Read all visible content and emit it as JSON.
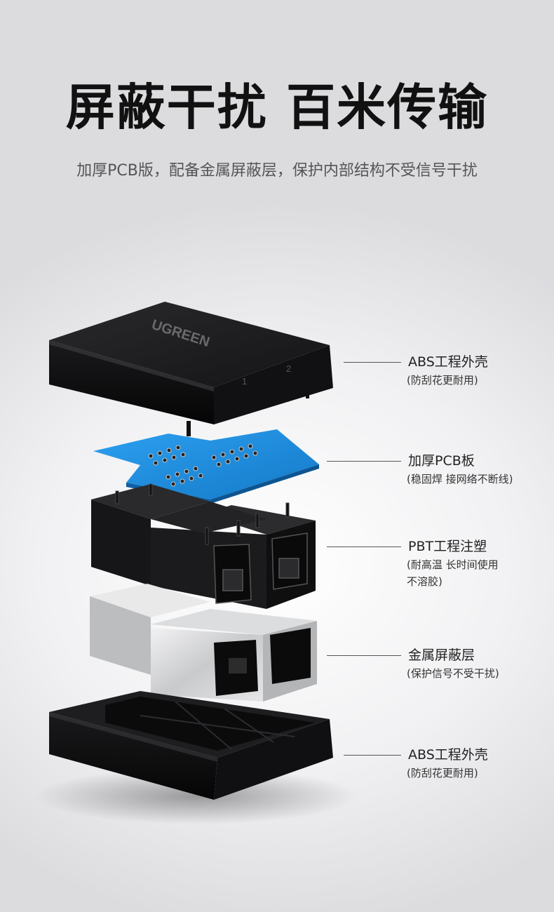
{
  "headline": "屏蔽干扰 百米传输",
  "subheadline": "加厚PCB版，配备金属屏蔽层，保护内部结构不受信号干扰",
  "brand": "UGREEN",
  "port_numbers": [
    "1",
    "2"
  ],
  "callouts": [
    {
      "title": "ABS工程外壳",
      "note": "(防刮花更耐用)"
    },
    {
      "title": "加厚PCB板",
      "note": "(稳固焊 接网络不断线)"
    },
    {
      "title": "PBT工程注塑",
      "note": "(耐高温 长时间使用\n不溶胶)"
    },
    {
      "title": "金属屏蔽层",
      "note": "(保护信号不受干扰)"
    },
    {
      "title": "ABS工程外壳",
      "note": "(防刮花更耐用)"
    }
  ],
  "colors": {
    "text_dark": "#111111",
    "text_gray": "#555555",
    "shell_black": "#1c1c1e",
    "pcb_blue": "#1f8fe0",
    "metal_silver": "#d8d9db"
  }
}
